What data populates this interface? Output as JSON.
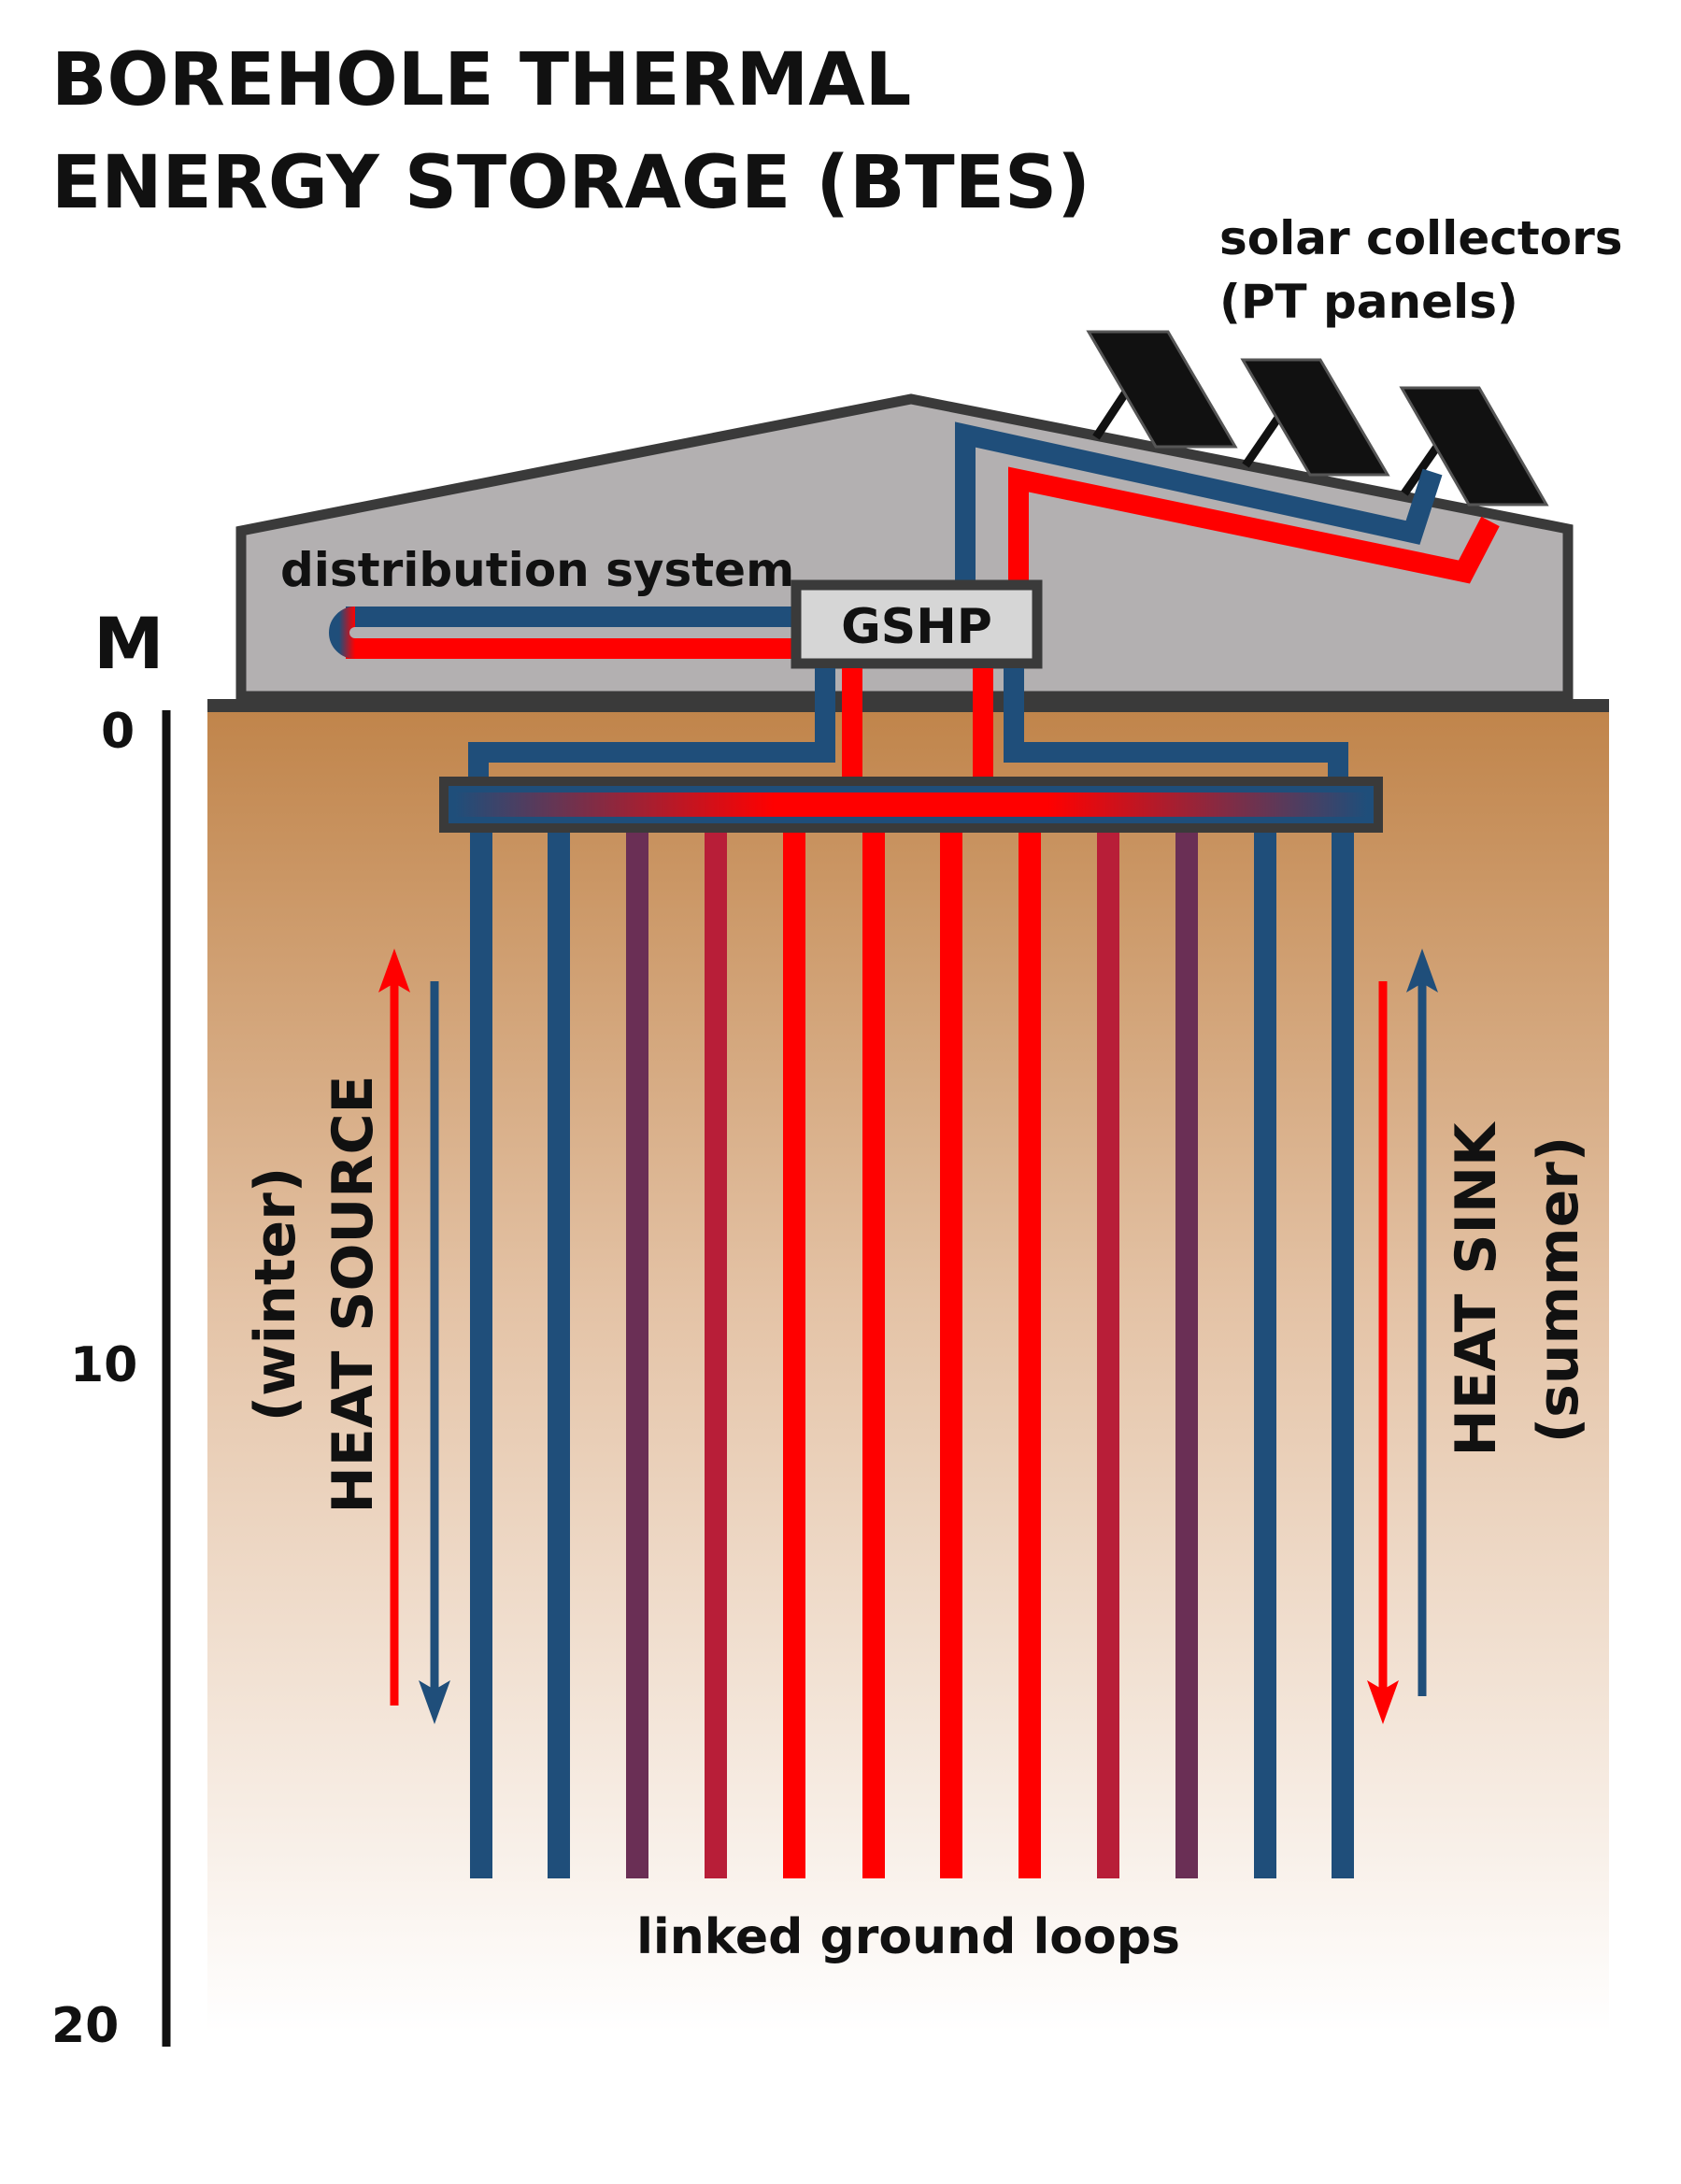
{
  "title": {
    "line1": "BOREHOLE THERMAL",
    "line2": "ENERGY STORAGE (BTES)"
  },
  "labels": {
    "solar_line1": "solar collectors",
    "solar_line2": "(PT panels)",
    "distribution": "distribution system",
    "gshp": "GSHP",
    "ground_loops": "linked ground loops",
    "heat_source": "HEAT SOURCE",
    "winter": "(winter)",
    "heat_sink": "HEAT SINK",
    "summer": "(summer)"
  },
  "depth_scale": {
    "unit": "M",
    "ticks": [
      "0",
      "10",
      "20"
    ]
  },
  "colors": {
    "hot": "#ff0000",
    "cold": "#1f4e7a",
    "soil_top": "#c0844a",
    "soil_bottom": "#ffffff",
    "building": "#b3b0b1",
    "outline": "#3a3a3a",
    "panel": "#111111"
  }
}
